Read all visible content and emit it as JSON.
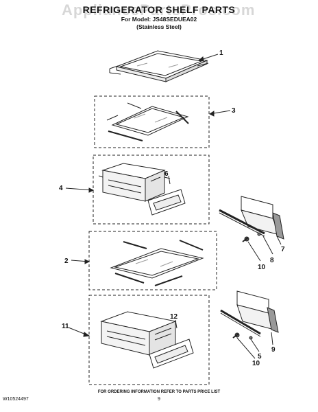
{
  "watermark": "AppliancePartsPros.com",
  "title": "REFRIGERATOR SHELF PARTS",
  "model_line": "For Model: JS48SEDUEA02",
  "variant_line": "(Stainless Steel)",
  "callouts": {
    "c1": "1",
    "c2": "2",
    "c3": "3",
    "c4": "4",
    "c5": "5",
    "c6": "6",
    "c7": "7",
    "c8": "8",
    "c9": "9",
    "c10a": "10",
    "c10b": "10",
    "c11": "11",
    "c12": "12"
  },
  "footer": {
    "doc_number": "W10524497",
    "ordering_note": "FOR ORDERING INFORMATION REFER TO PARTS PRICE LIST",
    "page_number": "9"
  }
}
